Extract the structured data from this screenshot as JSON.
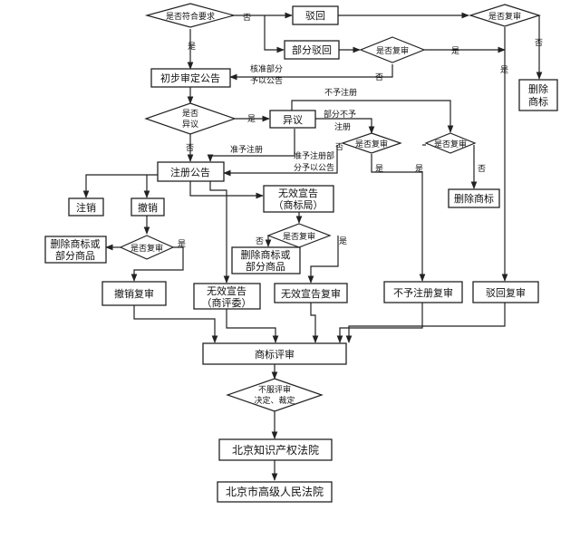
{
  "nodes": {
    "meets_req": "是否符合要求",
    "reject": "驳回",
    "partial_reject": "部分驳回",
    "review_q_partial": "是否复审",
    "review_q_reject": "是否复审",
    "delete_mark_right": [
      "删除",
      "商标"
    ],
    "prelim": "初步审定公告",
    "objection_q": [
      "是否",
      "异议"
    ],
    "objection": "异议",
    "review_q_obj1": "是否复审",
    "review_q_obj2": "是否复审",
    "delete_mark_mid": "删除商标",
    "register": "注册公告",
    "cancel": "注销",
    "revoke": "撤销",
    "invalid_office": [
      "无效宣告",
      "（商标局）"
    ],
    "delete_left": [
      "删除商标或",
      "部分商品"
    ],
    "review_q_revoke": "是否复审",
    "review_q_invalid": "是否复审",
    "delete_mid": [
      "删除商标或",
      "部分商品"
    ],
    "revoke_review": "撤销复审",
    "invalid_board": [
      "无效宣告",
      "（商评委）"
    ],
    "invalid_review": "无效宣告复审",
    "noreg_review": "不予注册复审",
    "reject_review": "驳回复审",
    "trab": "商标评审",
    "disagree": [
      "不服评审",
      "决定、裁定"
    ],
    "bj_ip_court": "北京知识产权法院",
    "bj_high_court": "北京市高级人民法院"
  },
  "labels": {
    "no": "否",
    "yes": "是",
    "partial_approve": [
      "核准部分",
      "予以公告"
    ],
    "not_register": "不予注册",
    "partial_not": [
      "部分不予",
      "注册"
    ],
    "approve_reg": "准予注册",
    "approve_partial": [
      "准予注册部",
      "分予以公告"
    ]
  }
}
